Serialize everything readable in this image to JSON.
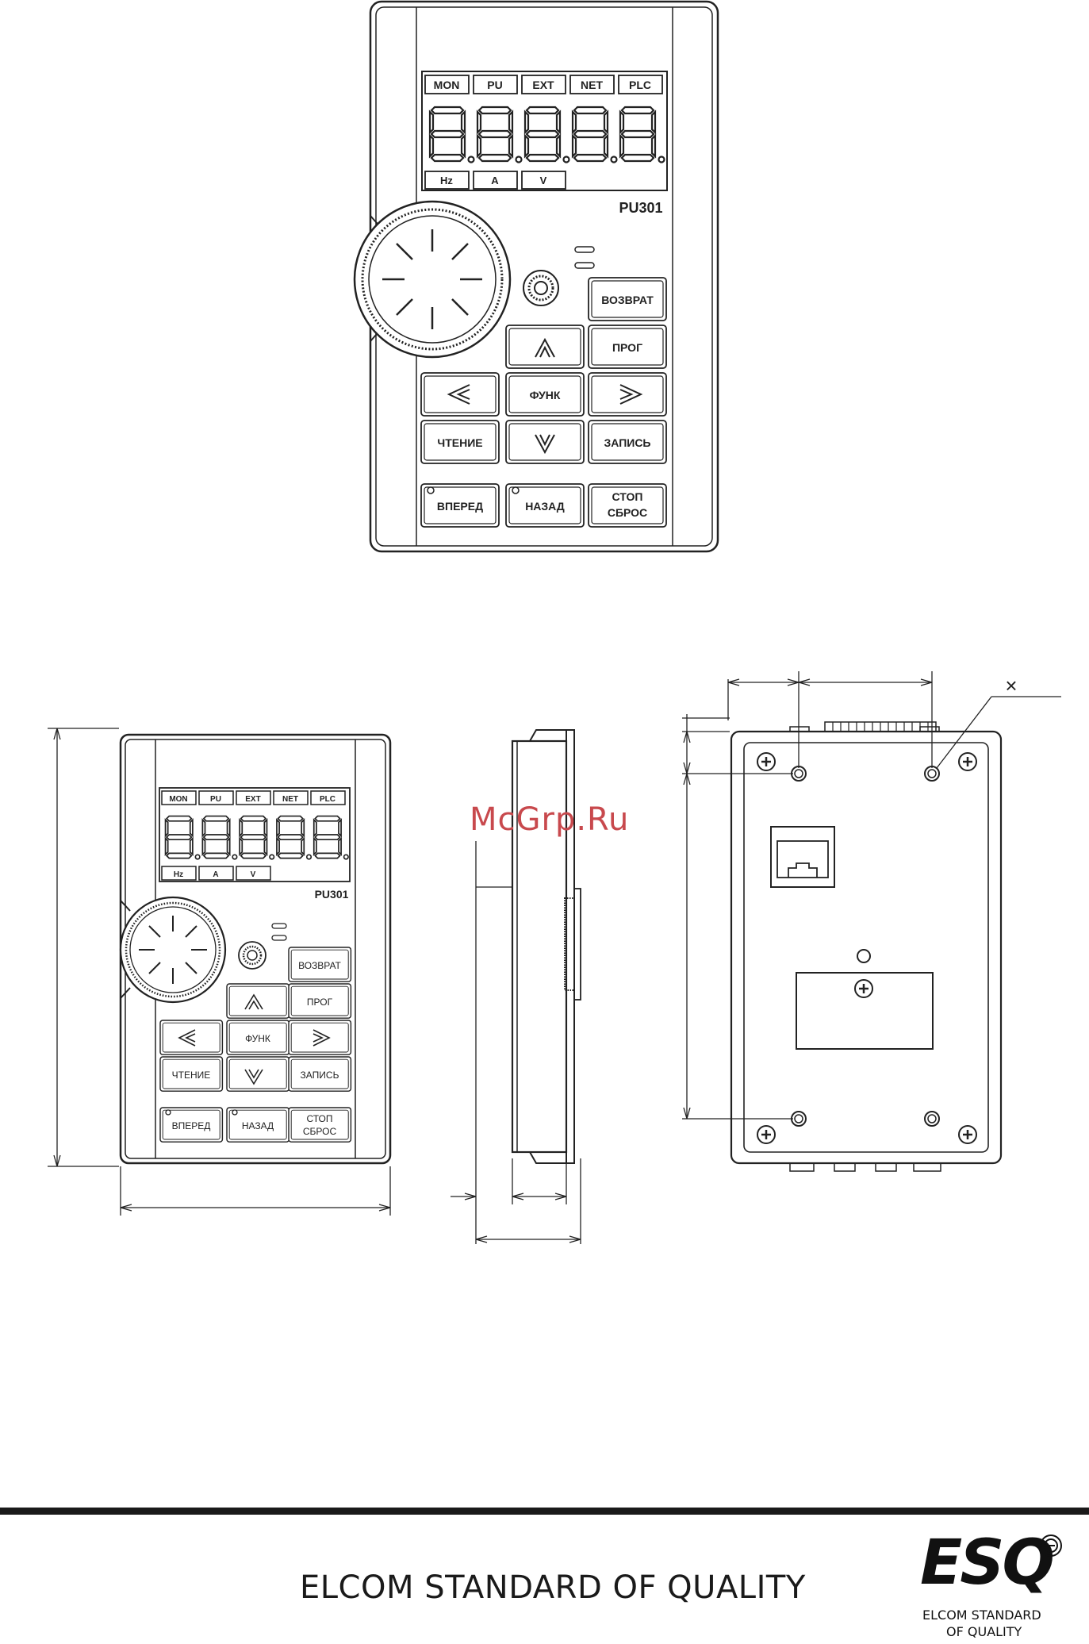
{
  "panel": {
    "mode_indicators": [
      "MON",
      "PU",
      "EXT",
      "NET",
      "PLC"
    ],
    "unit_indicators": [
      "Hz",
      "A",
      "V"
    ],
    "model": "PU301",
    "keys": {
      "return": "ВОЗВРАТ",
      "prog": "ПРОГ",
      "func": "ФУНК",
      "read": "ЧТЕНИЕ",
      "write": "ЗАПИСЬ",
      "forward": "ВПЕРЕД",
      "reverse": "НАЗАД",
      "stop_line1": "СТОП",
      "stop_line2": "СБРОС"
    }
  },
  "back_view": {
    "hole_marker": "×"
  },
  "watermark": "McGrp.Ru",
  "footer": {
    "title": "ELCOM STANDARD OF QUALITY",
    "logo": "ESQ",
    "logo_line1": "ELCOM STANDARD",
    "logo_line2": "OF QUALITY"
  }
}
